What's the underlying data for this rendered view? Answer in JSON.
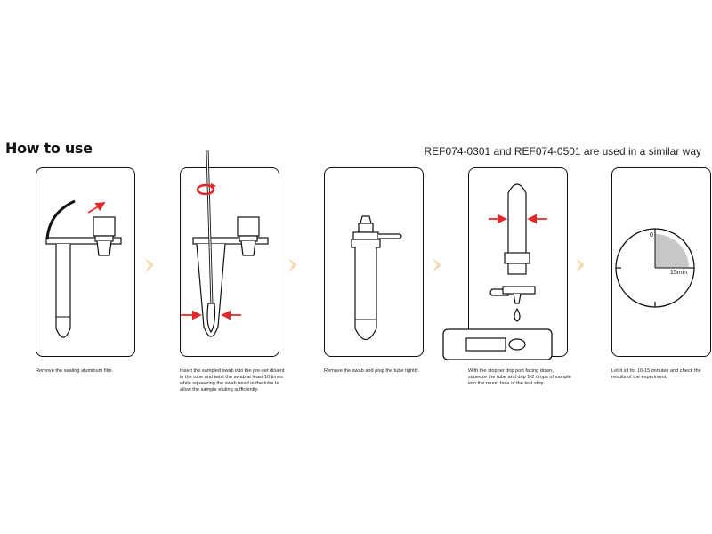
{
  "header": {
    "title": "How to use",
    "note": "REF074-0301 and REF074-0501 are used in a similar way"
  },
  "steps": [
    {
      "caption": "Remove the sealing aluminum film."
    },
    {
      "caption": "Insert the sampled swab into the pre-set diluent in the tube and twist the swab at least 10 times while squeezing the swab head in the tube to allow the sample eluting sufficiently."
    },
    {
      "caption": "Remove the swab and plug the tube tightly."
    },
    {
      "caption": "With the stopper drip port facing down, squeeze the tube and drip 1-2 drops of sample into the round hole of the test strip."
    },
    {
      "caption": "Let it sit for 10-15 minutes and check the results of the experiment."
    }
  ],
  "timer": {
    "start_label": "0",
    "end_label": "15min"
  },
  "colors": {
    "arrow": "#e0292c",
    "chevron": "#f7d7a9",
    "shade": "#c8c8c8",
    "line": "#111111"
  }
}
